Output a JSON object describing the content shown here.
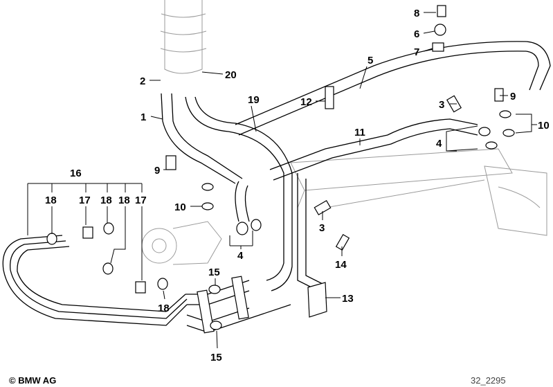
{
  "diagram": {
    "callouts": [
      {
        "id": "c8",
        "text": "8"
      },
      {
        "id": "c6",
        "text": "6"
      },
      {
        "id": "c7",
        "text": "7"
      },
      {
        "id": "c5",
        "text": "5"
      },
      {
        "id": "c2",
        "text": "2"
      },
      {
        "id": "c20",
        "text": "20"
      },
      {
        "id": "c12",
        "text": "12"
      },
      {
        "id": "c3a",
        "text": "3"
      },
      {
        "id": "c9a",
        "text": "9"
      },
      {
        "id": "c19",
        "text": "19"
      },
      {
        "id": "c1",
        "text": "1"
      },
      {
        "id": "c11",
        "text": "11"
      },
      {
        "id": "c4a",
        "text": "4"
      },
      {
        "id": "c10a",
        "text": "10"
      },
      {
        "id": "c16",
        "text": "16"
      },
      {
        "id": "c9b",
        "text": "9"
      },
      {
        "id": "c18a",
        "text": "18"
      },
      {
        "id": "c17a",
        "text": "17"
      },
      {
        "id": "c18b",
        "text": "18"
      },
      {
        "id": "c18c",
        "text": "18"
      },
      {
        "id": "c17b",
        "text": "17"
      },
      {
        "id": "c10b",
        "text": "10"
      },
      {
        "id": "c3b",
        "text": "3"
      },
      {
        "id": "c4b",
        "text": "4"
      },
      {
        "id": "c14",
        "text": "14"
      },
      {
        "id": "c15a",
        "text": "15"
      },
      {
        "id": "c13",
        "text": "13"
      },
      {
        "id": "c18d",
        "text": "18"
      },
      {
        "id": "c15b",
        "text": "15"
      }
    ]
  },
  "footer": {
    "copyright": "© BMW AG",
    "diagram_id": "32_2295"
  }
}
